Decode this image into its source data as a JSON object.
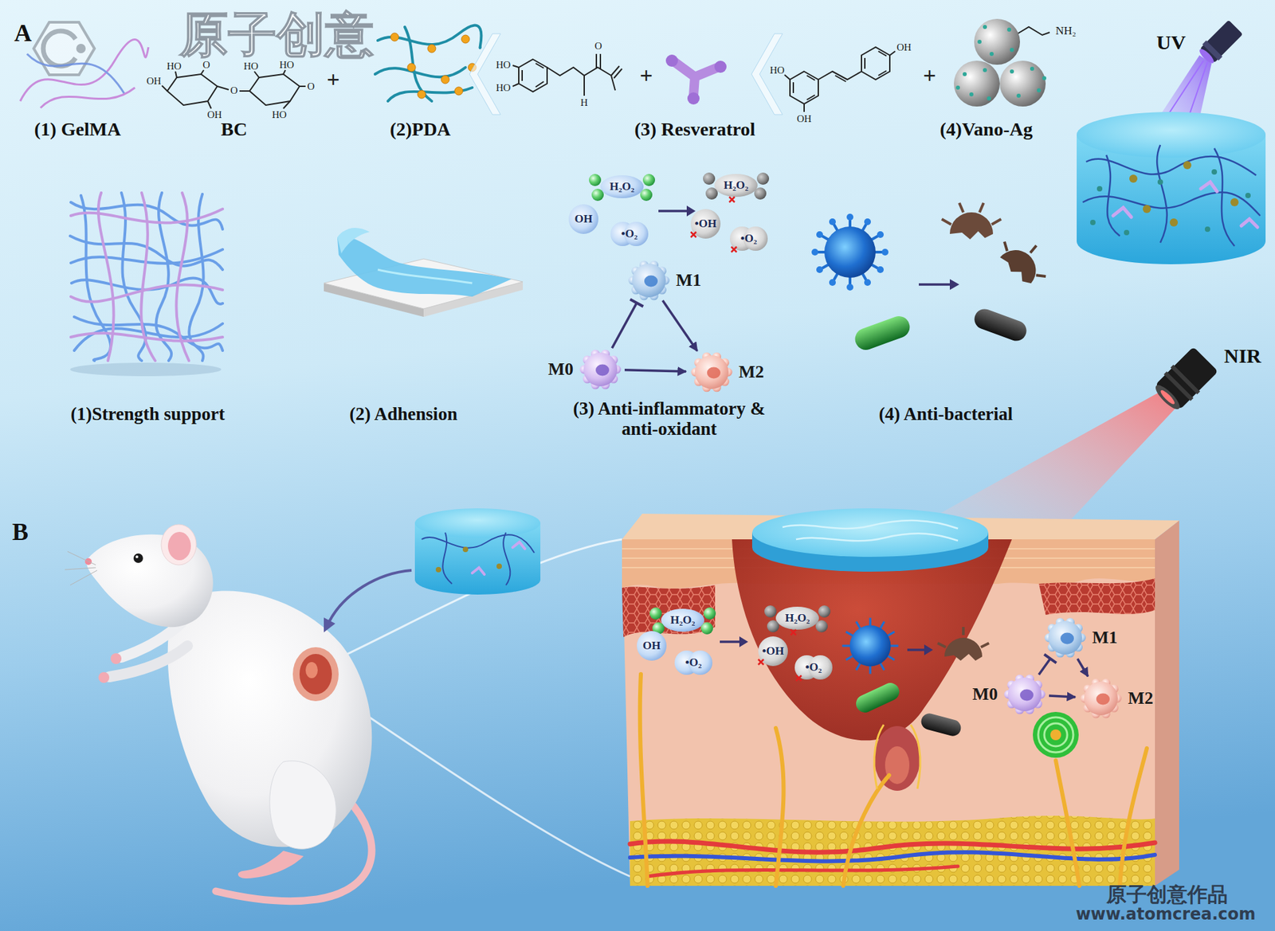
{
  "diagram": {
    "nodes": [
      {
        "text": [
          "M1"
        ]
      },
      {
        "text": [
          "M0"
        ]
      },
      {
        "text": [
          "M2"
        ]
      },
      {
        "text": [
          "M1"
        ]
      },
      {
        "text": [
          "M0"
        ]
      },
      {
        "text": [
          "M2"
        ]
      }
    ],
    "edges": [
      {
        "from": 1,
        "to": 0,
        "arrow": "none"
      },
      {
        "from": 0,
        "to": 2,
        "arrow": "to"
      },
      {
        "from": 1,
        "to": 2,
        "arrow": "to"
      },
      {
        "from": 4,
        "to": 3,
        "arrow": "none"
      },
      {
        "from": 3,
        "to": 5,
        "arrow": "to"
      },
      {
        "from": 4,
        "to": 5,
        "arrow": "to"
      }
    ],
    "labels": [
      "A",
      "HO",
      "OH",
      "HO",
      "HO",
      "OH",
      "HO",
      "O",
      "O",
      "O",
      "+",
      "HO",
      "HO",
      "H",
      "O",
      "+",
      "OH",
      "HO",
      "OH",
      "+",
      "NH₂",
      "UV",
      "(1) GelMA",
      "BC",
      "(2)PDA",
      "(3) Resveratrol",
      "(4)Vano-Ag",
      "原子创意",
      "H₂O₂",
      "OH",
      "•O₂",
      "H₂O₂",
      "•OH",
      "•O₂",
      "(1)Strength support",
      "(2) Adhension",
      "(3) Anti-inflammatory & anti-oxidant",
      "(4) Anti-bacterial",
      "NIR",
      "B",
      "H₂O₂",
      "OH",
      "•O₂",
      "•OH",
      "H₂O₂",
      "•O₂",
      "原子创意作品",
      "www.atomcrea.com"
    ]
  }
}
